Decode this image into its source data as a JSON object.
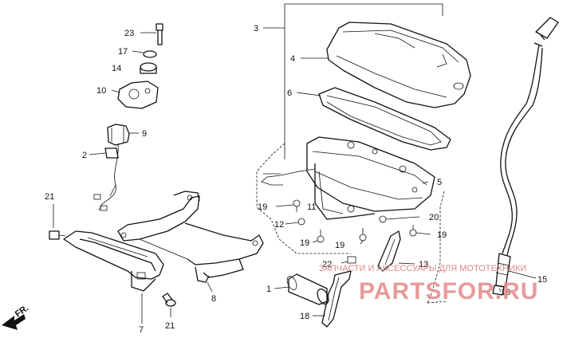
{
  "callouts": {
    "c1": "1",
    "c2": "2",
    "c3": "3",
    "c4": "4",
    "c5": "5",
    "c6": "6",
    "c7": "7",
    "c8": "8",
    "c9": "9",
    "c10": "10",
    "c11": "11",
    "c12": "12",
    "c13": "13",
    "c14": "14",
    "c15": "15",
    "c16": "16",
    "c17": "17",
    "c18": "18",
    "c19a": "19",
    "c19b": "19",
    "c19c": "19",
    "c19d": "19",
    "c20": "20",
    "c21a": "21",
    "c21b": "21",
    "c22": "22",
    "c23": "23"
  },
  "fr_marker": "FR.",
  "watermark": {
    "line1": "ЗАПЧАСТИ И АКСЕССУАРЫ ДЛЯ МОТОТЕХНИКИ",
    "line2": "PARTSFOR.RU"
  }
}
